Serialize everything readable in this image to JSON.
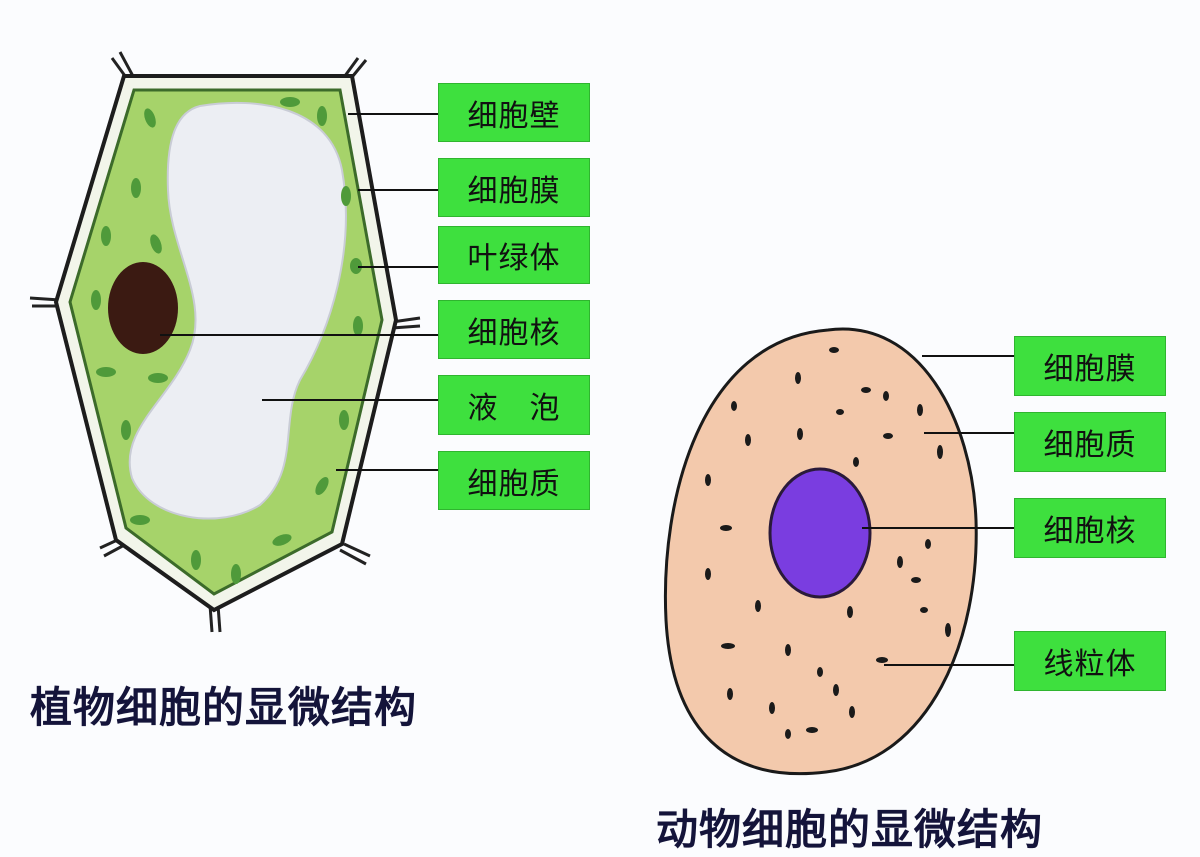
{
  "plant_cell": {
    "title": "植物细胞的显微结构",
    "labels": [
      "细胞壁",
      "细胞膜",
      "叶绿体",
      "细胞核",
      "液　泡",
      "细胞质"
    ]
  },
  "animal_cell": {
    "title": "动物细胞的显微结构",
    "labels": [
      "细胞膜",
      "细胞质",
      "细胞核",
      "线粒体"
    ]
  },
  "colors": {
    "label_bg": "#3ee03e",
    "plant_cytoplasm": "#a6d36a",
    "vacuole": "#eceef3",
    "plant_nucleus": "#3b1a12",
    "chloroplast": "#4f9a3a",
    "animal_cytoplasm": "#f3c9ac",
    "animal_nucleus": "#7a3de0",
    "mitochondria": "#1a1a1a"
  }
}
